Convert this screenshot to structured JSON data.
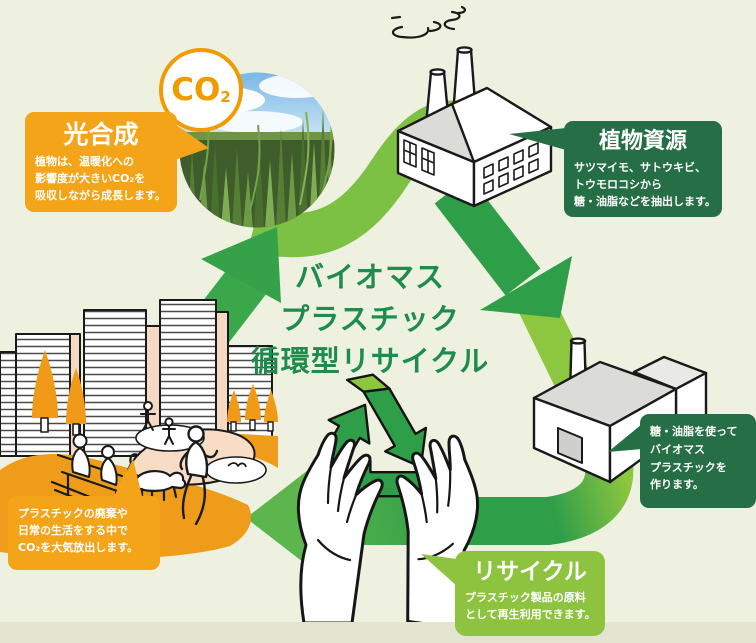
{
  "background": {
    "color": "#eef0e0",
    "footer_strip_color": "#e3e5d0"
  },
  "title": {
    "lines": [
      "バイオマス",
      "プラスチック",
      "循環型リサイクル"
    ],
    "color": "#1e8c4c"
  },
  "co2_badge": {
    "main": "CO",
    "sub": "2"
  },
  "callouts": {
    "photosynthesis": {
      "title": "光合成",
      "lines": [
        "植物は、温暖化への",
        "影響度が大きいCO₂を",
        "吸収しながら成長します。"
      ],
      "color": "#f4a418"
    },
    "plant_resources": {
      "title": "植物資源",
      "lines": [
        "サツマイモ、サトウキビ、",
        "トウモロコシから",
        "糖・油脂などを抽出します。"
      ],
      "color": "#266e46"
    },
    "manufacture": {
      "lines": [
        "糖・油脂を使って",
        "バイオマス",
        "プラスチックを",
        "作ります。"
      ],
      "color": "#266e46"
    },
    "recycle": {
      "title": "リサイクル",
      "lines": [
        "プラスチック製品の原料",
        "として再生利用できます。"
      ],
      "color": "#8dc33e"
    },
    "emission": {
      "lines": [
        "プラスチックの廃棄や",
        "日常の生活をする中で",
        "CO₂を大気放出します。"
      ],
      "color": "#f4a418"
    }
  },
  "colors": {
    "arrow_green": "#3aa84a",
    "arrow_dark_green": "#2f9e49",
    "arrow_light_green": "#8dc63f",
    "arrow_arc_green": "#7cc143",
    "orange": "#f4a418",
    "dark_green_box": "#266e46",
    "light_green_box": "#8dc33e",
    "title_green": "#1e8c4c"
  }
}
